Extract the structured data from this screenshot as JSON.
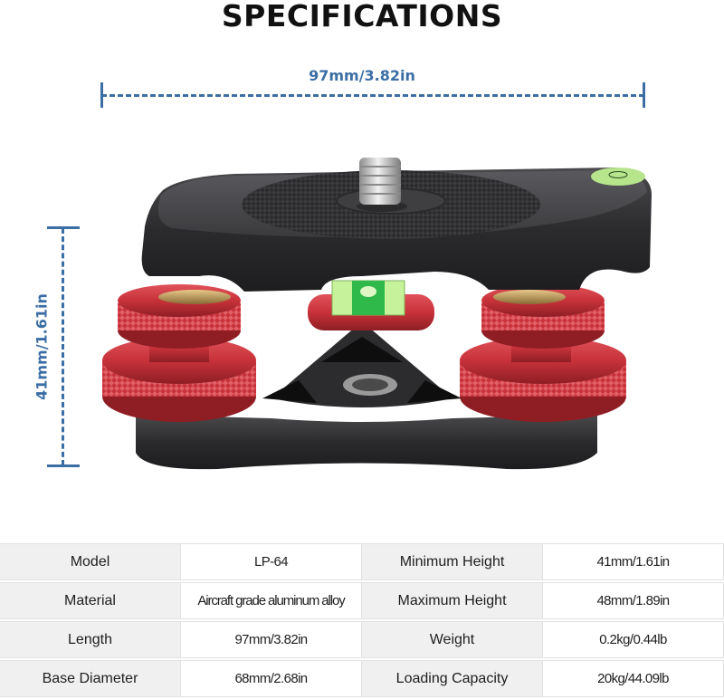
{
  "title": "SPECIFICATIONS",
  "dimensions": {
    "width_label": "97mm/3.82in",
    "height_label": "41mm/1.61in",
    "color": "#3b6ea5"
  },
  "product": {
    "name": "LP-64 leveling base",
    "image_alt": "Leveling base with red knurled adjustment knobs, bubble levels and 1/4 inch screw"
  },
  "specs": [
    {
      "label": "Model",
      "value": "LP-64",
      "label2": "Minimum Height",
      "value2": "41mm/1.61in"
    },
    {
      "label": "Material",
      "value": "Aircraft grade aluminum alloy",
      "label2": "Maximum Height",
      "value2": "48mm/1.89in"
    },
    {
      "label": "Length",
      "value": "97mm/3.82in",
      "label2": "Weight",
      "value2": "0.2kg/0.44lb"
    },
    {
      "label": "Base Diameter",
      "value": "68mm/2.68in",
      "label2": "Loading Capacity",
      "value2": "20kg/44.09lb"
    }
  ],
  "colors": {
    "label_bg": "#f0f0f0",
    "value_bg": "#ffffff",
    "knob_red": "#c8323a",
    "body_dark": "#2a2a2c"
  }
}
